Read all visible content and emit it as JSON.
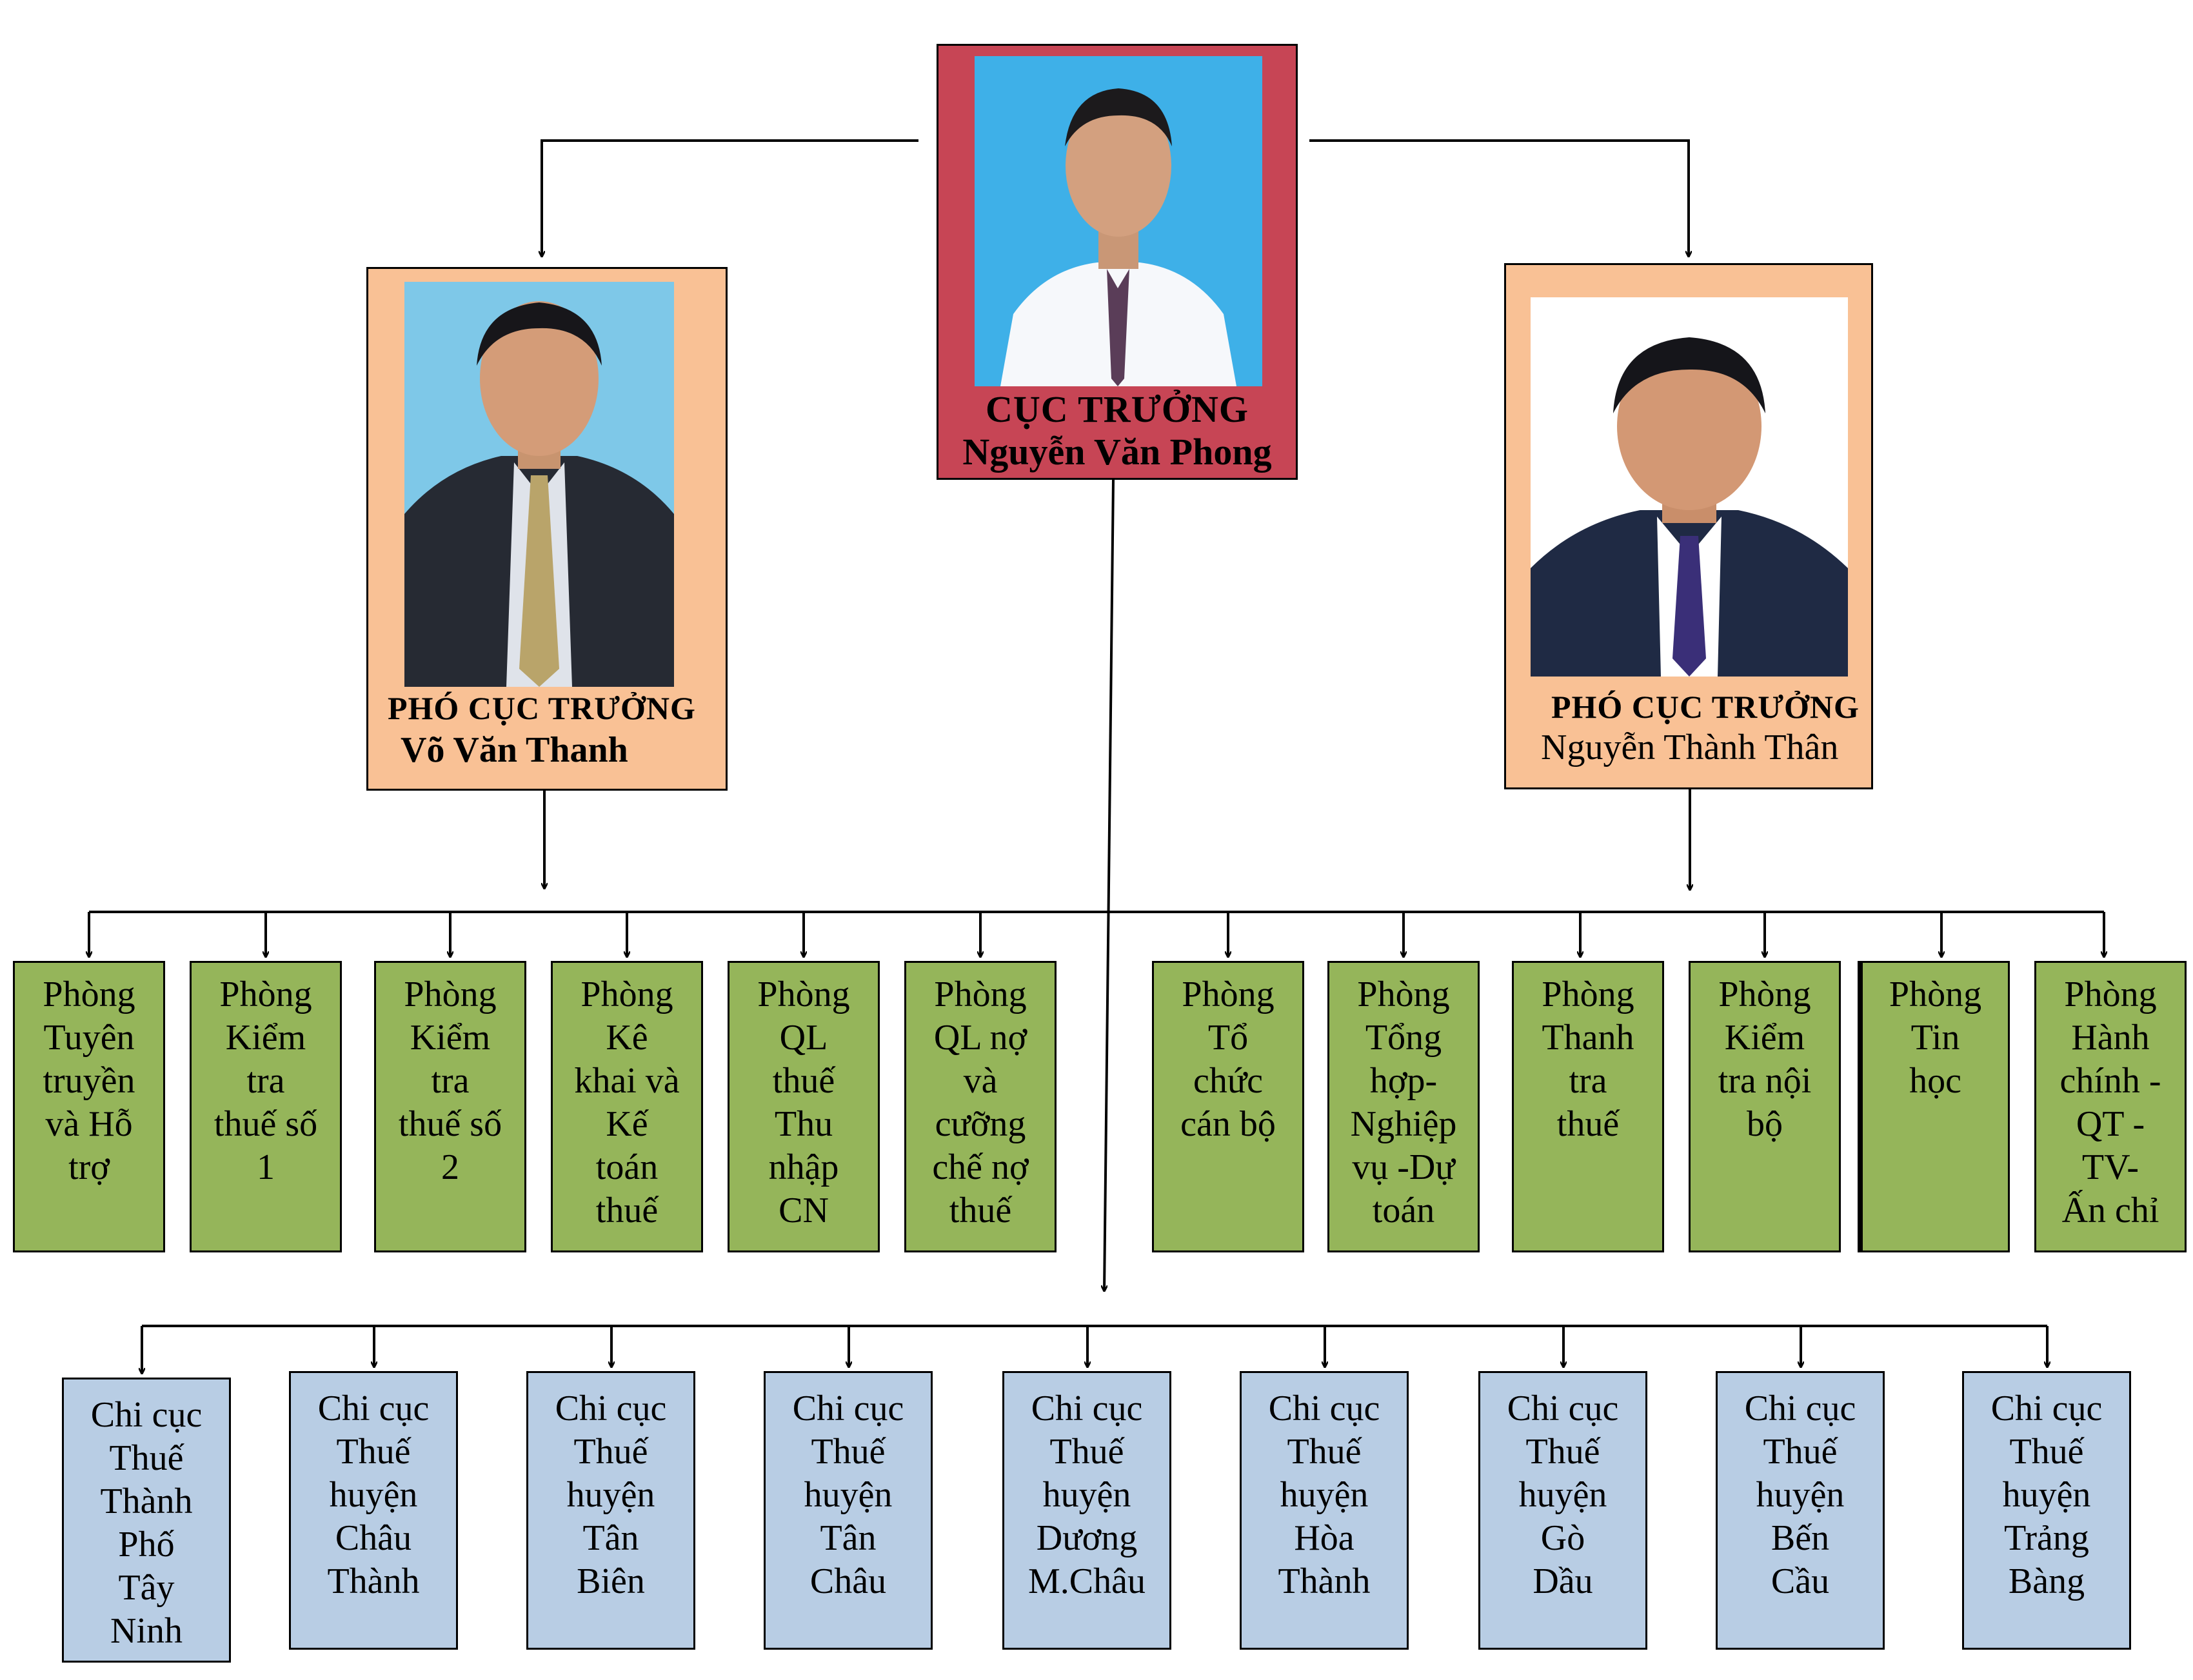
{
  "chief": {
    "title": "CỤC TRƯỞNG",
    "name": "Nguyễn Văn Phong"
  },
  "deputies": [
    {
      "title": "PHÓ CỤC TRƯỞNG",
      "name": "Võ Văn Thanh"
    },
    {
      "title": "PHÓ CỤC TRƯỞNG",
      "name": "Nguyễn Thành Thân"
    }
  ],
  "departments": [
    [
      "Phòng",
      "Tuyên",
      "truyền",
      "và Hỗ",
      "trợ"
    ],
    [
      "Phòng",
      "Kiểm",
      "tra",
      "thuế số",
      "1"
    ],
    [
      "Phòng",
      "Kiểm",
      "tra",
      "thuế số",
      "2"
    ],
    [
      "Phòng",
      "Kê",
      "khai và",
      "Kế",
      "toán",
      "thuế"
    ],
    [
      "Phòng",
      "QL",
      "thuế",
      "Thu",
      "nhập",
      "CN"
    ],
    [
      "Phòng",
      "QL nợ",
      "và",
      "cưỡng",
      "chế nợ",
      "thuế"
    ],
    [
      "Phòng",
      "Tổ",
      "chức",
      "cán bộ"
    ],
    [
      "Phòng",
      "Tổng",
      "hợp-",
      "Nghiệp",
      "vụ -Dự",
      "toán"
    ],
    [
      "Phòng",
      "Thanh",
      "tra",
      "thuế"
    ],
    [
      "Phòng",
      "Kiểm",
      "tra nội",
      "bộ"
    ],
    [
      "Phòng",
      "Tin",
      "học"
    ],
    [
      "Phòng",
      "Hành",
      "chính -",
      "QT -",
      "TV-",
      "Ấn chỉ"
    ]
  ],
  "branches": [
    [
      "Chi cục",
      "Thuế",
      "Thành",
      "Phố",
      "Tây",
      "Ninh"
    ],
    [
      "Chi cục",
      "Thuế",
      "huyện",
      "Châu",
      "Thành"
    ],
    [
      "Chi cục",
      "Thuế",
      "huyện",
      "Tân",
      "Biên"
    ],
    [
      "Chi cục",
      "Thuế",
      "huyện",
      "Tân",
      "Châu"
    ],
    [
      "Chi cục",
      "Thuế",
      "huyện",
      "Dương",
      "M.Châu"
    ],
    [
      "Chi cục",
      "Thuế",
      "huyện",
      "Hòa",
      "Thành"
    ],
    [
      "Chi cục",
      "Thuế",
      "huyện",
      "Gò",
      "Dầu"
    ],
    [
      "Chi cục",
      "Thuế",
      "huyện",
      "Bến",
      "Cầu"
    ],
    [
      "Chi cục",
      "Thuế",
      "huyện",
      "Trảng",
      "Bàng"
    ]
  ],
  "colors": {
    "chief_box": "#c74555",
    "deputy_box": "#f9c195",
    "department_box": "#95b55a",
    "branch_box": "#b8cde4",
    "connector": "#000000"
  }
}
